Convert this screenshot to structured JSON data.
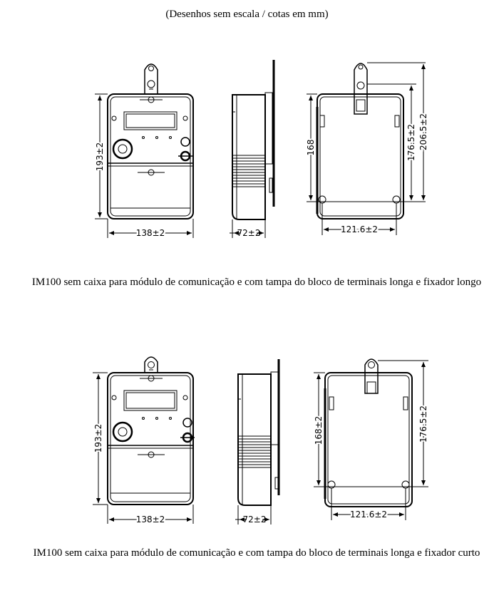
{
  "header_note": "(Desenhos sem escala / cotas em mm)",
  "variants": [
    {
      "caption": "IM100 sem caixa para módulo de comunicação e com tampa do bloco de terminais longa e fixador longo",
      "front": {
        "height": "193±2",
        "width": "138±2"
      },
      "side": {
        "depth": "72±2"
      },
      "back": {
        "inner_height": "168",
        "dim_a": "176.5±2",
        "dim_b": "206.5±2",
        "width": "121.6±2"
      }
    },
    {
      "caption": "IM100 sem caixa para módulo de comunicação e com tampa do bloco de terminais longa e fixador curto",
      "front": {
        "height": "193±2",
        "width": "138±2"
      },
      "side": {
        "depth": "72±2"
      },
      "back": {
        "inner_height": "168±2",
        "dim_a": "176.5±2",
        "width": "121.6±2"
      }
    }
  ]
}
